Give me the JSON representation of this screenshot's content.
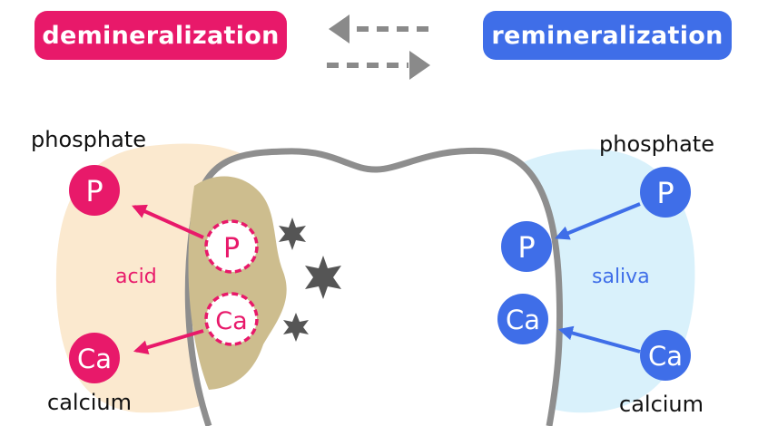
{
  "header": {
    "demineralization_label": "demineralization",
    "remineralization_label": "remineralization"
  },
  "left": {
    "phosphate_label": "phosphate",
    "calcium_label": "calcium",
    "zone_label": "acid",
    "phosphate_symbol": "P",
    "calcium_symbol": "Ca"
  },
  "enamel": {
    "phosphate_symbol": "P",
    "calcium_symbol": "Ca"
  },
  "right": {
    "phosphate_label": "phosphate",
    "calcium_label": "calcium",
    "zone_label": "saliva",
    "phosphate_symbol": "P",
    "calcium_symbol": "Ca"
  },
  "colors": {
    "demineralization": "#e8196a",
    "remineralization": "#3f6ee8",
    "acid_zone": "#fbe9cf",
    "saliva_zone": "#d9f1fb",
    "decay": "#cdbd8e",
    "tooth_outline": "#8e8e8e",
    "arrow_gray": "#8a8a8a",
    "gum": "#f7b7c4"
  },
  "icons": [
    "left-arrow-icon",
    "right-arrow-icon",
    "star-icon"
  ]
}
